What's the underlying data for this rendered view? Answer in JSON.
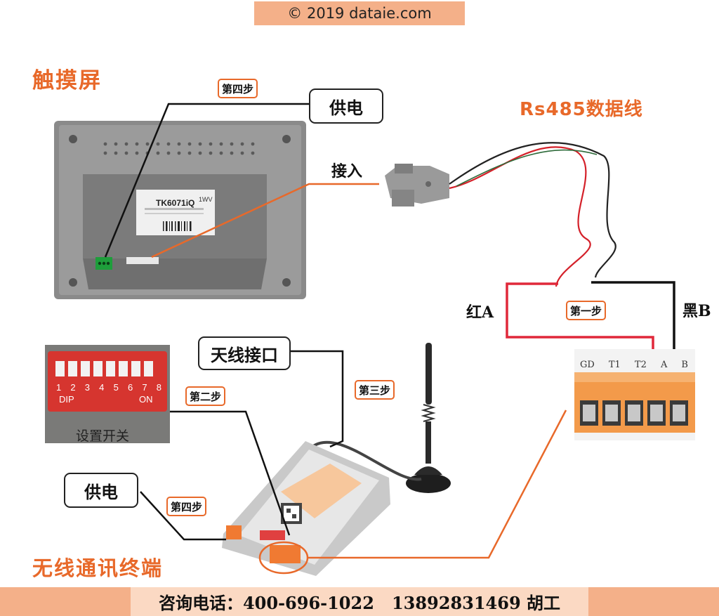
{
  "copyright": "© 2019 dataie.com",
  "titles": {
    "touchscreen": "触摸屏",
    "rs485_cable": "Rs485数据线",
    "wireless_terminal": "无线通讯终端"
  },
  "boxes": {
    "power_top": "供电",
    "antenna_port": "天线接口",
    "power_bottom": "供电"
  },
  "steps": {
    "step4_top": "第四步",
    "step1": "第一步",
    "step2": "第二步",
    "step3": "第三步",
    "step4_bottom": "第四步"
  },
  "labels": {
    "connect": "接入",
    "red_a": "红A",
    "black_b": "黑B",
    "dip_caption": "设置开关"
  },
  "device": {
    "model": "TK6071iQ",
    "badge": "1WV"
  },
  "dip": {
    "numbers": [
      "1",
      "2",
      "3",
      "4",
      "5",
      "6",
      "7",
      "8"
    ],
    "left_text": "DIP",
    "right_text": "ON"
  },
  "terminal_block": {
    "pins": [
      "GD",
      "T1",
      "T2",
      "A",
      "B"
    ]
  },
  "contact": "咨询电话：400-696-1022   13892831469 胡工"
}
